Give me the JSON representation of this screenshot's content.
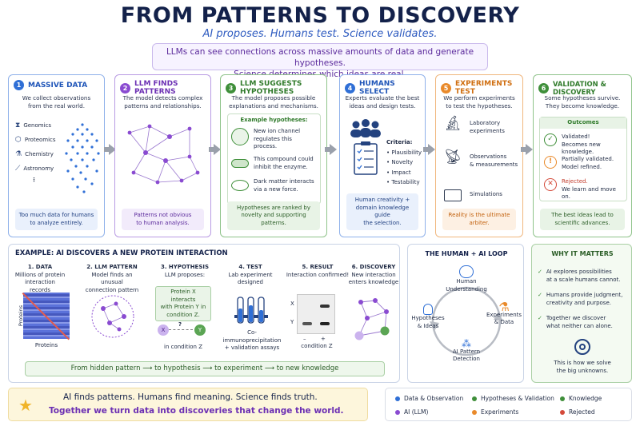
{
  "header": {
    "title": "FROM PATTERNS TO DISCOVERY",
    "subtitle": "AI proposes. Humans test. Science validates.",
    "intro_line1": "LLMs can see connections across massive amounts of data and generate hypotheses.",
    "intro_line2": "Science determines which ideas are real."
  },
  "colors": {
    "blue": "#2f6fd6",
    "purple": "#8a4bd1",
    "green": "#3f8f3a",
    "orange": "#e98a2b",
    "red": "#d44a3a",
    "gray": "#9aa0ab"
  },
  "steps": [
    {
      "num": "1",
      "title": "MASSIVE DATA",
      "desc1": "We collect observations",
      "desc2": "from the real world.",
      "items": [
        "Genomics",
        "Proteomics",
        "Chemistry",
        "Astronomy",
        "⋮"
      ],
      "foot1": "Too much data for humans",
      "foot2": "to analyze entirely."
    },
    {
      "num": "2",
      "title": "LLM FINDS PATTERNS",
      "desc1": "The model detects complex",
      "desc2": "patterns and relationships.",
      "foot1": "Patterns not obvious",
      "foot2": "to human analysis."
    },
    {
      "num": "3",
      "title": "LLM SUGGESTS HYPOTHESES",
      "desc1": "The model proposes possible",
      "desc2": "explanations and mechanisms.",
      "box_title": "Example hypotheses:",
      "hyp": [
        [
          "New ion channel",
          "regulates this",
          "process."
        ],
        [
          "This compound could",
          "inhibit the enzyme."
        ],
        [
          "Dark matter interacts",
          "via a new force."
        ]
      ],
      "foot1": "Hypotheses are ranked by",
      "foot2": "novelty and supporting patterns."
    },
    {
      "num": "4",
      "title": "HUMANS SELECT",
      "desc1": "Experts evaluate the best",
      "desc2": "ideas and design tests.",
      "criteria_title": "Criteria:",
      "criteria": [
        "• Plausibility",
        "• Novelty",
        "• Impact",
        "• Testability"
      ],
      "foot1": "Human creativity +",
      "foot2": "domain knowledge guide",
      "foot3": "the selection."
    },
    {
      "num": "5",
      "title": "EXPERIMENTS TEST",
      "desc1": "We perform experiments",
      "desc2": "to test the hypotheses.",
      "exp": [
        [
          "Laboratory",
          "experiments"
        ],
        [
          "Observations",
          "& measurements"
        ],
        [
          "Simulations"
        ]
      ],
      "foot1": "Reality is the ultimate",
      "foot2": "arbiter."
    },
    {
      "num": "6",
      "title": "VALIDATION & DISCOVERY",
      "desc1": "Some hypotheses survive.",
      "desc2": "They become knowledge.",
      "outcomes_title": "Outcomes",
      "outcomes": [
        [
          "Validated!",
          "Becomes new knowledge."
        ],
        [
          "Partially validated.",
          "Model refined."
        ],
        [
          "Rejected.",
          "We learn and move on."
        ]
      ],
      "foot1": "The best ideas lead to",
      "foot2": "scientific advances."
    }
  ],
  "example": {
    "title": "EXAMPLE: AI DISCOVERS A NEW PROTEIN INTERACTION",
    "cols": [
      {
        "h": "1. DATA",
        "l1": "Millions of protein",
        "l2": "interaction records"
      },
      {
        "h": "2. LLM PATTERN",
        "l1": "Model finds an unusual",
        "l2": "connection pattern"
      },
      {
        "h": "3. HYPOTHESIS",
        "l1": "LLM proposes:",
        "l2": ""
      },
      {
        "h": "4. TEST",
        "l1": "Lab experiment",
        "l2": "designed"
      },
      {
        "h": "5. RESULT",
        "l1": "Interaction confirmed!",
        "l2": ""
      },
      {
        "h": "6. DISCOVERY",
        "l1": "New interaction",
        "l2": "enters knowledge"
      }
    ],
    "axis_y": "Proteins",
    "axis_x": "Proteins",
    "hyp_box": [
      "Protein X interacts",
      "with Protein Y in",
      "condition Z."
    ],
    "node_x": "X",
    "node_y": "Y",
    "q": "?",
    "cond": "in condition Z",
    "test_note1": "Co-immunoprecipitation",
    "test_note2": "+ validation assays",
    "result_x": "X",
    "result_y": "Y",
    "result_minus": "–",
    "result_plus": "+",
    "result_cond": "condition Z",
    "flow": "From hidden pattern ⟶ to hypothesis ⟶ to experiment ⟶ to new knowledge"
  },
  "loop": {
    "title": "THE HUMAN + AI LOOP",
    "n1": [
      "Human",
      "Understanding"
    ],
    "n2": [
      "Experiments",
      "& Data"
    ],
    "n3": [
      "AI Pattern",
      "Detection"
    ],
    "n4": [
      "Hypotheses",
      "& Ideas"
    ]
  },
  "why": {
    "title": "WHY IT MATTERS",
    "items": [
      [
        "AI explores possibilities",
        "at a scale humans cannot."
      ],
      [
        "Humans provide judgment,",
        "creativity and purpose."
      ],
      [
        "Together we discover",
        "what neither can alone."
      ]
    ],
    "close1": "This is how we solve",
    "close2": "the big unknowns."
  },
  "bottom": {
    "line1": "AI finds patterns. Humans find meaning. Science finds truth.",
    "line2": "Together we turn data into discoveries that change the world."
  },
  "legend": [
    {
      "label": "Data & Observation",
      "color": "#2f6fd6"
    },
    {
      "label": "Hypotheses & Validation",
      "color": "#3f8f3a"
    },
    {
      "label": "Knowledge",
      "color": "#3f8f3a"
    },
    {
      "label": "AI (LLM)",
      "color": "#8a4bd1"
    },
    {
      "label": "Experiments",
      "color": "#e98a2b"
    },
    {
      "label": "Rejected",
      "color": "#d44a3a"
    }
  ]
}
